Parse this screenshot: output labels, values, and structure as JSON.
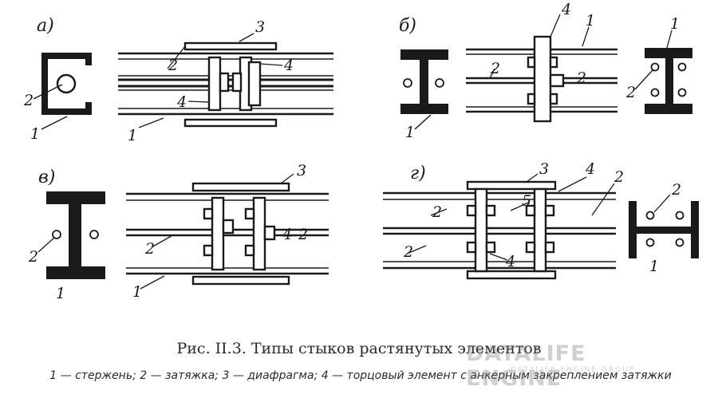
{
  "figure": {
    "panels": [
      {
        "letter": "а)",
        "labels": {
          "p1_cross_2": "2",
          "p1_cross_1": "1",
          "p1_3": "3",
          "p1_2": "2",
          "p1_4a": "4",
          "p1_4b": "4",
          "p1_1": "1"
        }
      },
      {
        "letter": "б)",
        "labels": {
          "p2_4": "4",
          "p2_1a": "1",
          "p2_2a": "2",
          "p2_2b": "2",
          "p2_cross_1b": "1",
          "p2_cross_1": "1",
          "p2_cross_2": "2"
        }
      },
      {
        "letter": "в)",
        "labels": {
          "p3_3": "3",
          "p3_2a": "2",
          "p3_4": "4",
          "p3_2b": "2",
          "p3_1": "1",
          "p3_cross_2": "2",
          "p3_cross_1": "1"
        }
      },
      {
        "letter": "г)",
        "labels": {
          "p4_3": "3",
          "p4_4a": "4",
          "p4_2a": "2",
          "p4_5": "5",
          "p4_2b": "2",
          "p4_2c": "2",
          "p4_4b": "4",
          "p4_cross_2": "2",
          "p4_cross_1": "1"
        }
      }
    ]
  },
  "caption": "Рис. II.3. Типы стыков растянутых элементов",
  "legend": "1 — стержень; 2 — затяжка; 3 — диафрагма; 4 — торцовый элемент с анкерным закреп­лением затяжки",
  "watermark": {
    "brand": "DATALIFE ENGINE",
    "sub": "DATALIFE ENGINE GROUP"
  }
}
